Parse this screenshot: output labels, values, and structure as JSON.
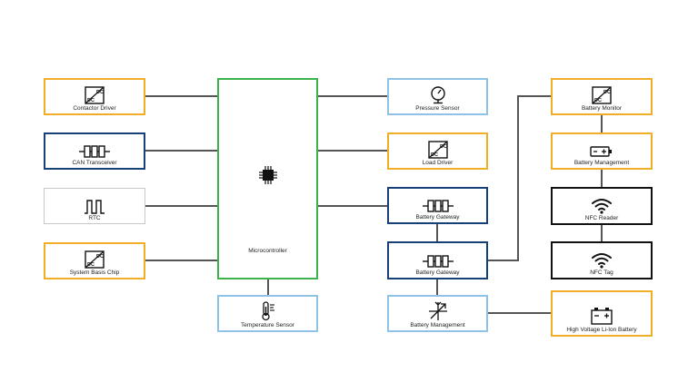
{
  "blocks": {
    "contactor_driver": {
      "label": "Contactor Driver",
      "icon": "dc-dc-converter-icon",
      "border": "#f0ad28"
    },
    "can_transceiver": {
      "label": "CAN Transceiver",
      "icon": "transceiver-icon",
      "border": "#173f78"
    },
    "rtc": {
      "label": "RTC",
      "icon": "square-wave-icon",
      "border": "#c8c8c8"
    },
    "system_basis_chip": {
      "label": "System Basis Chip",
      "icon": "dc-dc-converter-icon",
      "border": "#f0ad28"
    },
    "microcontroller": {
      "label": "Microcontroller",
      "icon": "chip-icon",
      "border": "#3bb34a"
    },
    "temperature_sensor": {
      "label": "Temperature Sensor",
      "icon": "thermometer-icon",
      "border": "#8ec3e6"
    },
    "pressure_sensor": {
      "label": "Pressure Sensor",
      "icon": "gauge-icon",
      "border": "#8ec3e6"
    },
    "load_driver": {
      "label": "Load Driver",
      "icon": "dc-dc-converter-icon",
      "border": "#f0ad28"
    },
    "battery_gateway_1": {
      "label": "Battery Gateway",
      "icon": "transceiver-icon",
      "border": "#173f78"
    },
    "battery_gateway_2": {
      "label": "Battery Gateway",
      "icon": "transceiver-icon",
      "border": "#173f78"
    },
    "battery_management_center": {
      "label": "Battery Management",
      "icon": "crossed-arrows-icon",
      "border": "#8ec3e6"
    },
    "battery_monitor": {
      "label": "Battery Monitor",
      "icon": "dc-dc-converter-icon",
      "border": "#f0ad28"
    },
    "battery_management_right": {
      "label": "Battery Management",
      "icon": "battery-icon",
      "border": "#f0ad28"
    },
    "nfc_reader": {
      "label": "NFC Reader",
      "icon": "wifi-icon",
      "border": "#111111"
    },
    "nfc_tag": {
      "label": "NFC Tag",
      "icon": "wifi-icon",
      "border": "#111111"
    },
    "hv_battery": {
      "label": "High Voltage Li-Ion Battery",
      "icon": "car-battery-icon",
      "border": "#f0ad28"
    }
  },
  "icon_text": {
    "dc": "DC"
  },
  "colors": {
    "wire": "#555555"
  }
}
